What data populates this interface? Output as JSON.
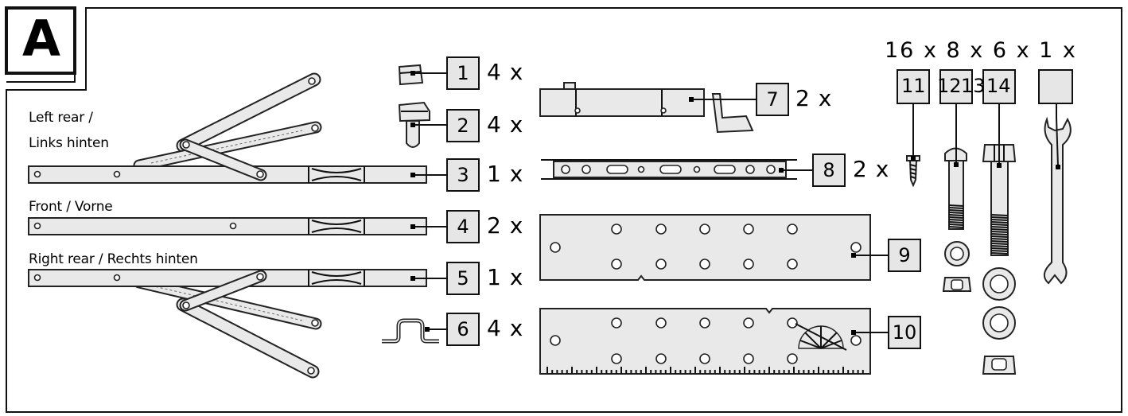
{
  "section_letter": "A",
  "side_labels": {
    "left_rear_en": "Left rear /",
    "left_rear_de": "Links hinten",
    "front": "Front / Vorne",
    "right_rear": "Right rear / Rechts hinten"
  },
  "parts": [
    {
      "number": "1",
      "quantity": "4 x"
    },
    {
      "number": "2",
      "quantity": "4 x"
    },
    {
      "number": "3",
      "quantity": "1 x"
    },
    {
      "number": "4",
      "quantity": "2 x"
    },
    {
      "number": "5",
      "quantity": "1 x"
    },
    {
      "number": "6",
      "quantity": "4 x"
    },
    {
      "number": "7",
      "quantity": "2 x"
    },
    {
      "number": "8",
      "quantity": "2 x"
    },
    {
      "number": "9",
      "quantity": ""
    },
    {
      "number": "10",
      "quantity": ""
    }
  ],
  "hardware": {
    "quantities_line": "16 x 8 x 6 x 1 x",
    "numbers": [
      "11",
      "12",
      "13",
      "14"
    ]
  }
}
